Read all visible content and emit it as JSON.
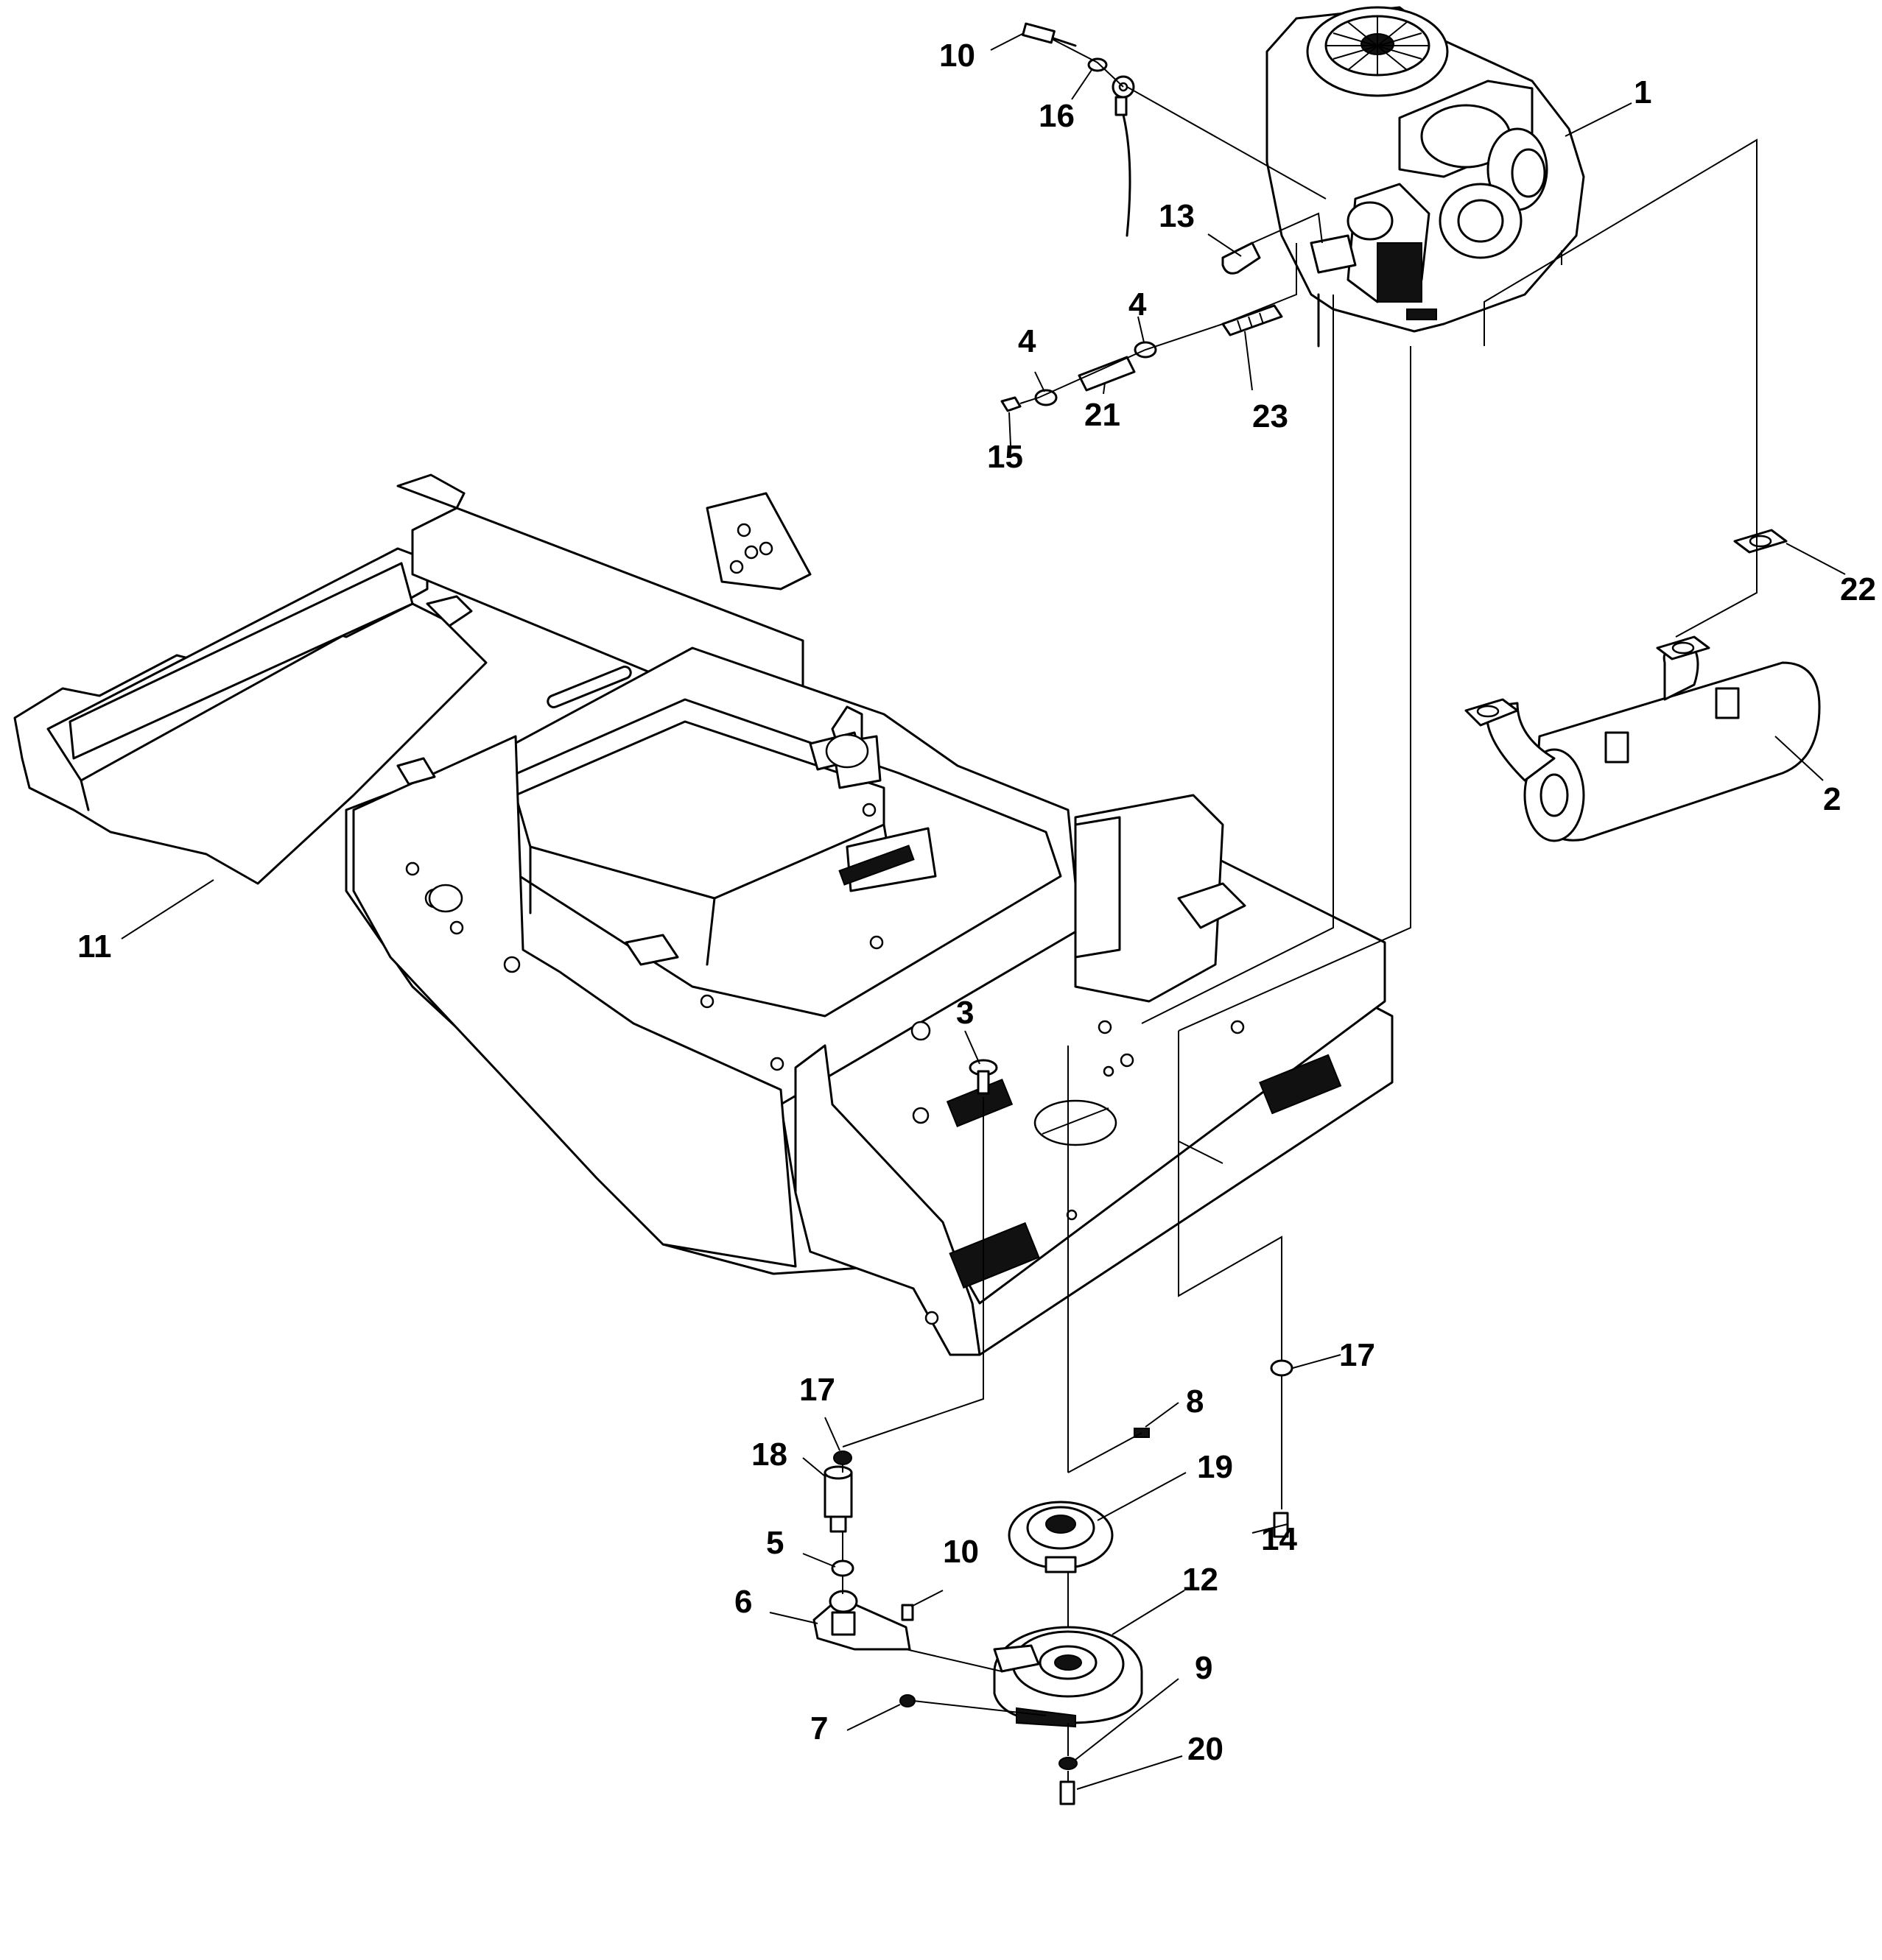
{
  "diagram": {
    "callouts": {
      "p1": "1",
      "p2": "2",
      "p3": "3",
      "p4a": "4",
      "p4b": "4",
      "p5": "5",
      "p6": "6",
      "p7": "7",
      "p8": "8",
      "p9": "9",
      "p10a": "10",
      "p10b": "10",
      "p11": "11",
      "p12": "12",
      "p13": "13",
      "p14": "14",
      "p15": "15",
      "p16": "16",
      "p17a": "17",
      "p17b": "17",
      "p18": "18",
      "p19": "19",
      "p20": "20",
      "p21": "21",
      "p22": "22",
      "p23": "23"
    }
  }
}
